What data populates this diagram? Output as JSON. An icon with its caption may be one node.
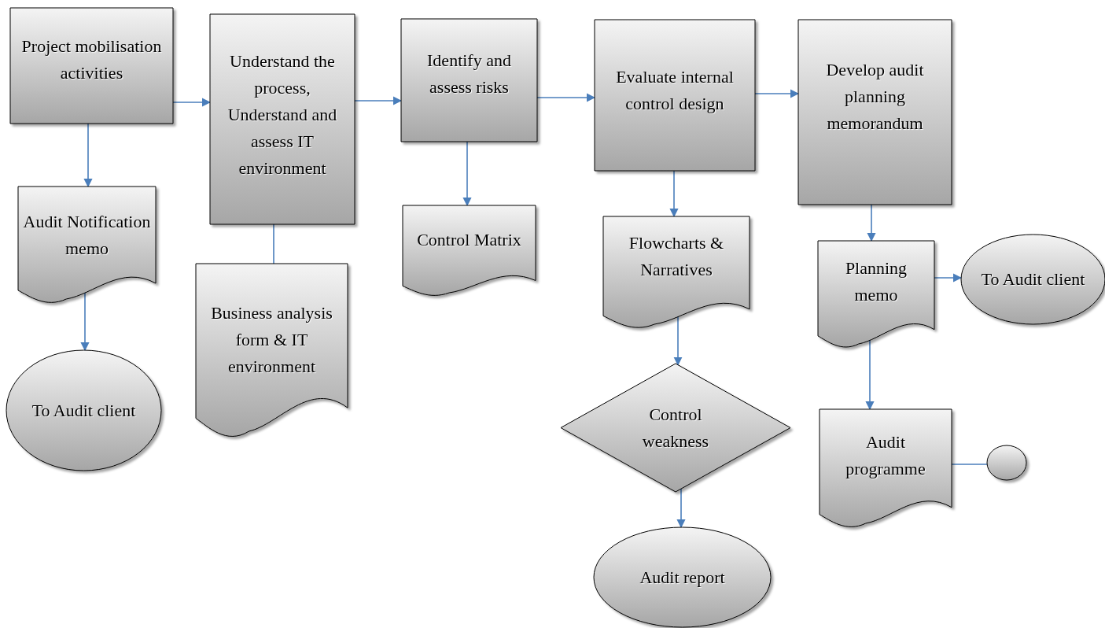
{
  "diagram": {
    "nodes": [
      {
        "text": [
          "Project mobilisation activities"
        ]
      },
      {
        "text": [
          "Understand the process, Understand and assess IT environment"
        ]
      },
      {
        "text": [
          "Identify and assess risks"
        ]
      },
      {
        "text": [
          "Evaluate internal control design"
        ]
      },
      {
        "text": [
          "Develop audit planning memorandum"
        ]
      },
      {
        "text": [
          "Audit Notification memo"
        ]
      },
      {
        "text": [
          "To Audit client"
        ]
      },
      {
        "text": [
          "Business analysis form & IT environment"
        ]
      },
      {
        "text": [
          "Control Matrix"
        ]
      },
      {
        "text": [
          "Flowcharts & Narratives"
        ]
      },
      {
        "text": [
          "Control weakness"
        ]
      },
      {
        "text": [
          "Audit report"
        ]
      },
      {
        "text": [
          "Planning memo"
        ]
      },
      {
        "text": [
          "To Audit client"
        ]
      },
      {
        "text": [
          "Audit programme"
        ]
      },
      {
        "text": [],
        "shape": "circle"
      }
    ],
    "edges": [
      {
        "from": 0,
        "to": 1,
        "arrow": "to"
      },
      {
        "from": 1,
        "to": 2,
        "arrow": "to"
      },
      {
        "from": 2,
        "to": 3,
        "arrow": "to"
      },
      {
        "from": 3,
        "to": 4,
        "arrow": "to"
      },
      {
        "from": 0,
        "to": 5,
        "arrow": "to"
      },
      {
        "from": 5,
        "to": 6,
        "arrow": "to"
      },
      {
        "from": 1,
        "to": 7,
        "arrow": "none"
      },
      {
        "from": 2,
        "to": 8,
        "arrow": "to"
      },
      {
        "from": 3,
        "to": 9,
        "arrow": "to"
      },
      {
        "from": 9,
        "to": 10,
        "arrow": "to"
      },
      {
        "from": 10,
        "to": 11,
        "arrow": "to"
      },
      {
        "from": 4,
        "to": 12,
        "arrow": "to"
      },
      {
        "from": 12,
        "to": 13,
        "arrow": "to"
      },
      {
        "from": 12,
        "to": 14,
        "arrow": "to"
      },
      {
        "from": 14,
        "to": 15,
        "arrow": "none"
      }
    ]
  }
}
